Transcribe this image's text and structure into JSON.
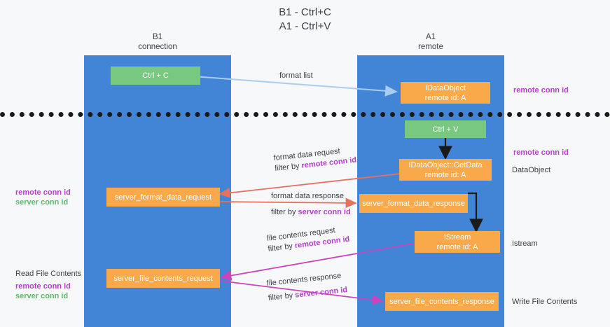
{
  "diagram": {
    "title_line1": "B1 - Ctrl+C",
    "title_line2": "A1 - Ctrl+V",
    "columns": [
      {
        "name": "B1",
        "sub": "connection"
      },
      {
        "name": "A1",
        "sub": "remote"
      }
    ],
    "colors": {
      "lane": "#4285d6",
      "node_green": "#78c97f",
      "node_orange": "#f9a94a",
      "conn_purple": "#b33fcc",
      "conn_green": "#5fb96a",
      "arrow_blue": "#a8cdf0",
      "arrow_red": "#e8705f",
      "arrow_magenta": "#cc44bb",
      "arrow_black": "#1a1a1a",
      "divider": "#1a1a1a"
    },
    "nodes": {
      "ctrl_c": {
        "label": "Ctrl + C"
      },
      "ctrl_v": {
        "label": "Ctrl + V"
      },
      "idataobject": {
        "line1": "IDataObject",
        "line2": "remote id: A"
      },
      "getdata": {
        "line1": "IDataObject::GetData",
        "line2": "remote id: A"
      },
      "istream": {
        "line1": "IStream",
        "line2": "remote id: A"
      },
      "server_format_data_request": {
        "label": "server_format_data_request"
      },
      "server_format_data_response": {
        "label": "server_format_data_response"
      },
      "server_file_contents_request": {
        "label": "server_file_contents_request"
      },
      "server_file_contents_response": {
        "label": "server_file_contents_response"
      }
    },
    "flows": {
      "format_list": {
        "label": "format list"
      },
      "format_data_request": {
        "line1": "format data request",
        "filter_prefix": "filter by ",
        "filter_key": "remote conn id"
      },
      "format_data_response": {
        "line1": "format data response",
        "filter_prefix": "filter by ",
        "filter_key": "server conn id"
      },
      "file_contents_request": {
        "line1": "file contents request",
        "filter_prefix": "filter by ",
        "filter_key": "remote conn id"
      },
      "file_contents_response": {
        "line1": "file contents response",
        "filter_prefix": "filter by ",
        "filter_key": "server conn id"
      }
    },
    "right_labels": {
      "remote_conn_id_top": "remote conn id",
      "remote_conn_id_mid": "remote conn id",
      "dataobject": "DataObject",
      "istream": "Istream",
      "write_file_contents": "Write File Contents"
    },
    "left_labels": {
      "remote_conn_id_mid": "remote conn id",
      "server_conn_id_mid": "server conn id",
      "read_file_contents": "Read File Contents",
      "remote_conn_id_low": "remote conn id",
      "server_conn_id_low": "server conn id"
    }
  }
}
